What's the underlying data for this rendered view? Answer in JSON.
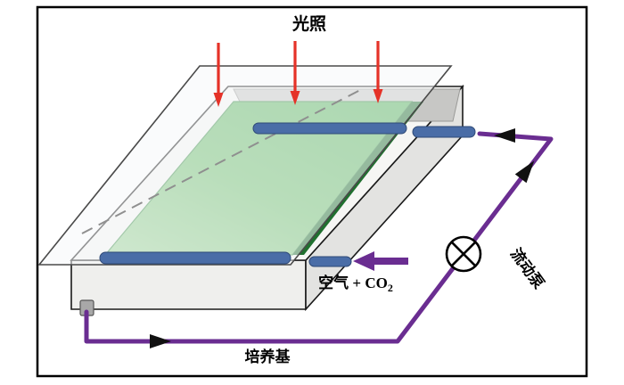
{
  "figure": {
    "labels": {
      "light": "光照",
      "air_co2_main": "空气 + CO",
      "air_co2_sub": "2",
      "pump": "流动泵",
      "medium": "培养基"
    },
    "colors": {
      "pipe": "#6a2d91",
      "arrow_red": "#e53228",
      "tube_blue": "#4a6da7",
      "culture_green": "#6fbe6e",
      "culture_green_dark": "#20702f",
      "frame": "#000000"
    }
  }
}
